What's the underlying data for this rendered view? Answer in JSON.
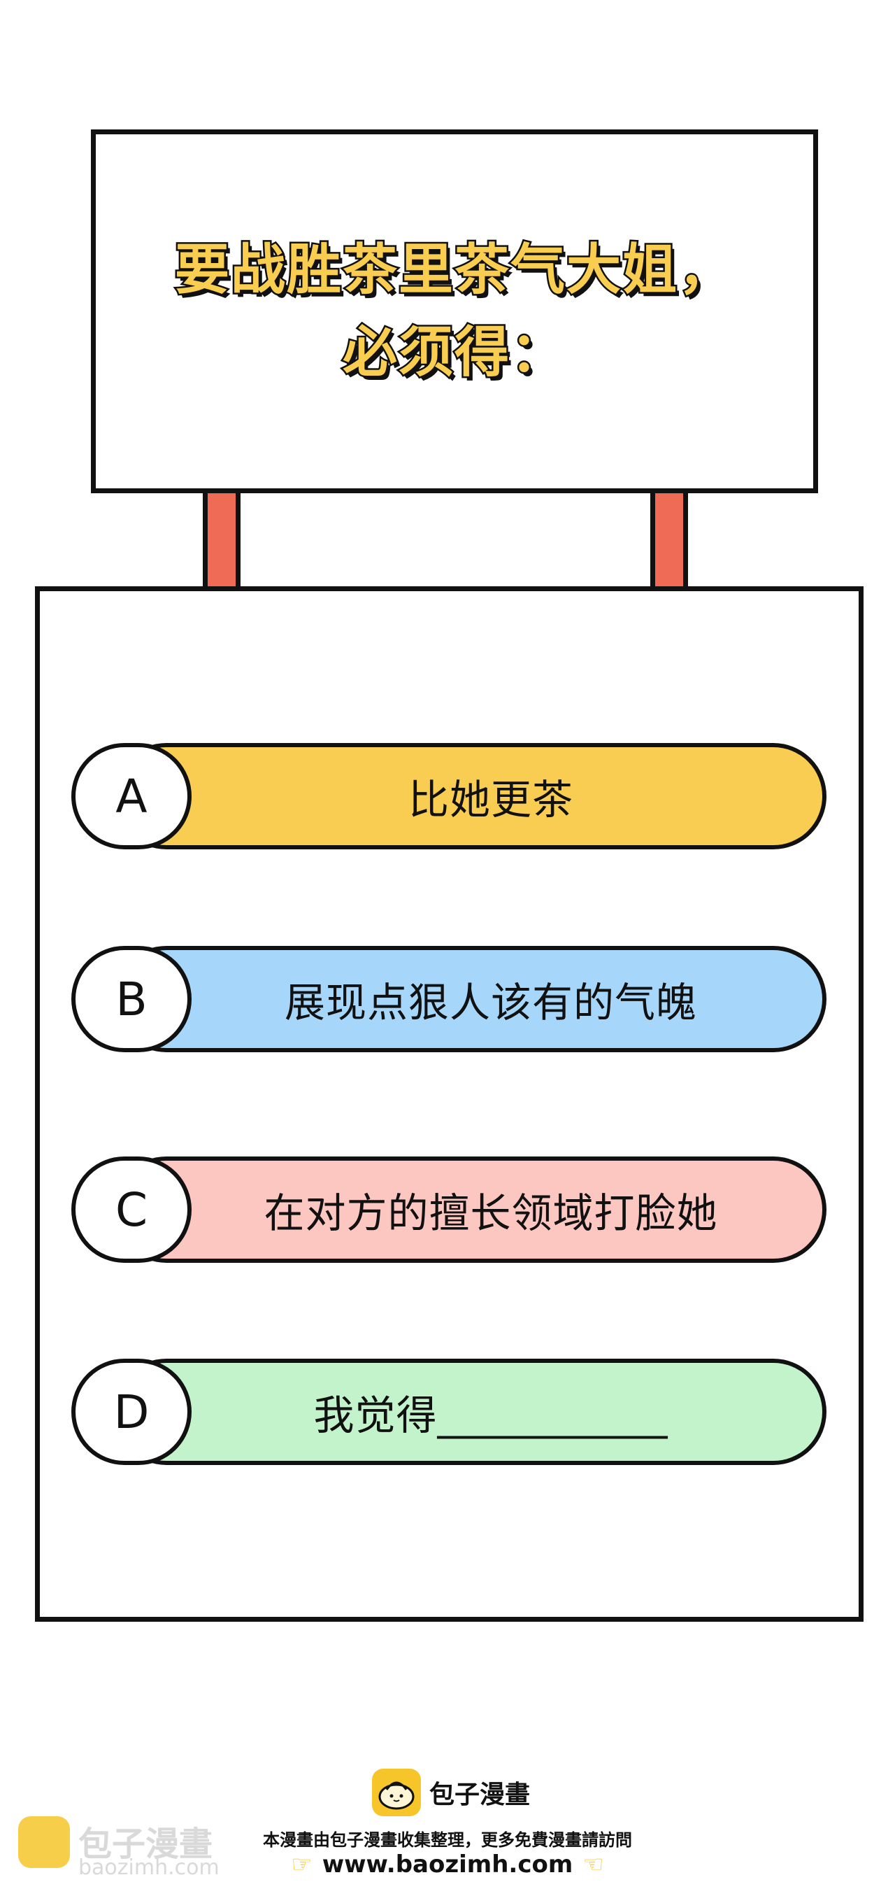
{
  "sign": {
    "line1": "要战胜茶里茶气大姐，",
    "line2": "必须得："
  },
  "options": [
    {
      "letter": "A",
      "text": "比她更茶",
      "color": "#f8cd52"
    },
    {
      "letter": "B",
      "text": "展现点狠人该有的气魄",
      "color": "#a6d7fb"
    },
    {
      "letter": "C",
      "text": "在对方的擅长领域打脸她",
      "color": "#fdc7c1"
    },
    {
      "letter": "D",
      "text": "我觉得___________",
      "color": "#c3f3cb"
    }
  ],
  "footer": {
    "brand": "包子漫畫",
    "description": "本漫畫由包子漫畫收集整理，更多免費漫畫請訪問",
    "url": "www.baozimh.com"
  },
  "watermark": {
    "brand": "包子漫畫",
    "url": "baozimh.com"
  }
}
